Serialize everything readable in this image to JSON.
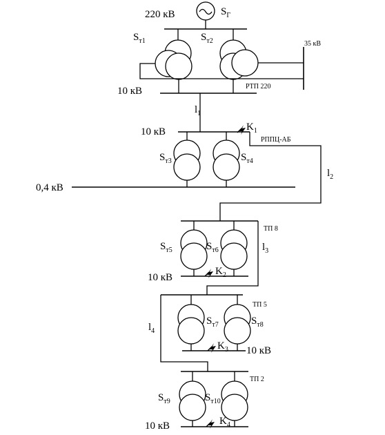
{
  "labels": {
    "v220": "220 кВ",
    "v35": "35 кВ",
    "v10_rtp": "10 кВ",
    "v10_rppc": "10 кВ",
    "v04": "0,4 кВ",
    "v10_tp8": "10 кВ",
    "v10_tp5": "10 кВ",
    "v10_tp2": "10 кВ",
    "rtp": "РТП 220",
    "rppc": "РППЦ-АБ",
    "tp8": "ТП 8",
    "tp5": "ТП 5",
    "tp2": "ТП 2"
  },
  "gen": {
    "main": "S",
    "sub": "Г"
  },
  "transformers": {
    "t1": {
      "main": "S",
      "sub": "т1"
    },
    "t2": {
      "main": "S",
      "sub": "т2"
    },
    "t3": {
      "main": "S",
      "sub": "т3"
    },
    "t4": {
      "main": "S",
      "sub": "т4"
    },
    "t5": {
      "main": "S",
      "sub": "т5"
    },
    "t6": {
      "main": "S",
      "sub": "т6"
    },
    "t7": {
      "main": "S",
      "sub": "т7"
    },
    "t8": {
      "main": "S",
      "sub": "т8"
    },
    "t9": {
      "main": "S",
      "sub": "т9"
    },
    "t10": {
      "main": "S",
      "sub": "т10"
    }
  },
  "lines": {
    "l1": {
      "main": "l",
      "sub": "1"
    },
    "l2": {
      "main": "l",
      "sub": "2"
    },
    "l3": {
      "main": "l",
      "sub": "3"
    },
    "l4": {
      "main": "l",
      "sub": "4"
    }
  },
  "faults": {
    "k1": {
      "main": "K",
      "sub": "1"
    },
    "k2": {
      "main": "K",
      "sub": "2"
    },
    "k3": {
      "main": "K",
      "sub": "3"
    },
    "k4": {
      "main": "K",
      "sub": "4"
    }
  }
}
